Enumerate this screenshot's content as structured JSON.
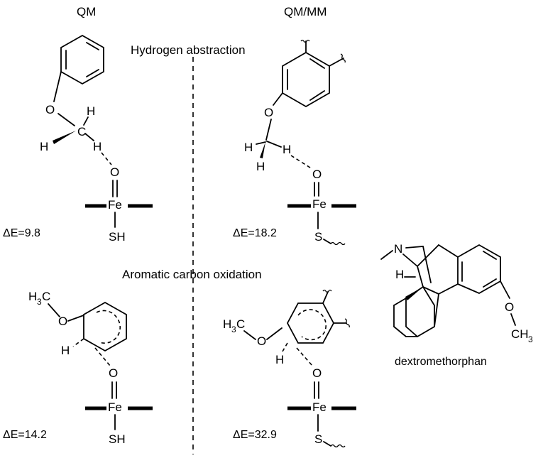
{
  "headers": {
    "qm": "QM",
    "qmmm": "QM/MM"
  },
  "sections": {
    "hydrogen_abstraction": "Hydrogen abstraction",
    "aromatic_oxidation": "Aromatic carbon oxidation"
  },
  "energies": {
    "qm_h_abstraction": "ΔE=9.8",
    "qmmm_h_abstraction": "ΔE=18.2",
    "qm_aromatic": "ΔE=14.2",
    "qmmm_aromatic": "ΔE=32.9"
  },
  "atoms": {
    "oxygen": "O",
    "hydrogen": "H",
    "carbon": "C",
    "iron": "Fe",
    "thiol": "SH",
    "sulfur": "S",
    "nitrogen": "N",
    "methyl_h": "H",
    "methyl_c": "C",
    "methyl_sub": "3",
    "methyl_ch": "CH"
  },
  "molecule_name": "dextromethorphan"
}
